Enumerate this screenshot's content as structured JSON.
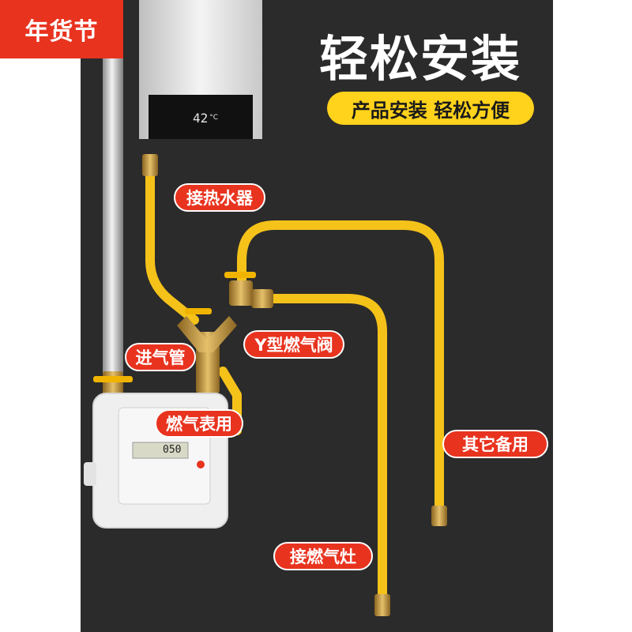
{
  "badge": {
    "text": "年货节"
  },
  "headline": {
    "title": "轻松安装",
    "subtitle": "产品安装 轻松方便"
  },
  "callouts": {
    "water_heater": "接热水器",
    "gas_inlet": "进气管",
    "y_valve": "Y型燃气阀",
    "meter": "燃气表用",
    "spare": "其它备用",
    "stove": "接燃气灶"
  },
  "heater_display": {
    "temperature": "42",
    "unit": "°C"
  },
  "meter_display": {
    "reading": "050"
  },
  "colors": {
    "background": "#2b2b2b",
    "badge": "#e8331f",
    "callout": "#e8331f",
    "subtitle_pill": "#ffd21c",
    "hose": "#f5c21a",
    "brass": "#c89a3c"
  }
}
